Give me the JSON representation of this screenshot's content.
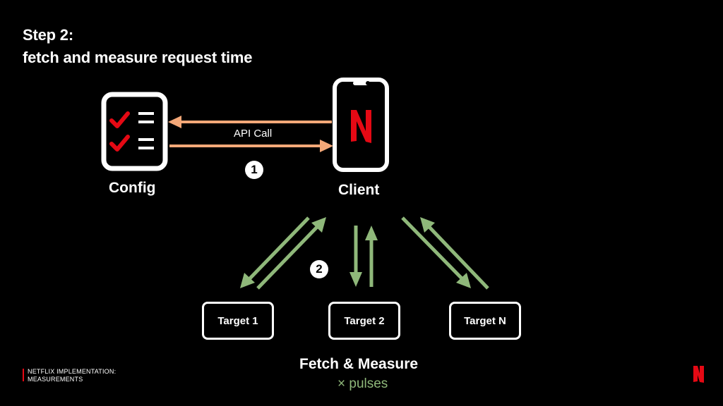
{
  "slide": {
    "title_line1": "Step 2:",
    "title_line2": "fetch and measure request time"
  },
  "nodes": {
    "config_label": "Config",
    "client_label": "Client",
    "api_call_label": "API Call",
    "step1": "1",
    "step2": "2",
    "targets": [
      "Target 1",
      "Target 2",
      "Target N"
    ]
  },
  "footer": {
    "title": "Fetch & Measure",
    "subtitle": "× pulses",
    "brand_line1": "NETFLIX IMPLEMENTATION:",
    "brand_line2": "MEASUREMENTS"
  },
  "colors": {
    "api_arrow": "#f4a878",
    "fetch_arrow": "#8fb87a",
    "brand_red": "#e50914"
  },
  "icons": [
    "checklist-icon",
    "phone-icon",
    "netflix-logo-icon"
  ]
}
